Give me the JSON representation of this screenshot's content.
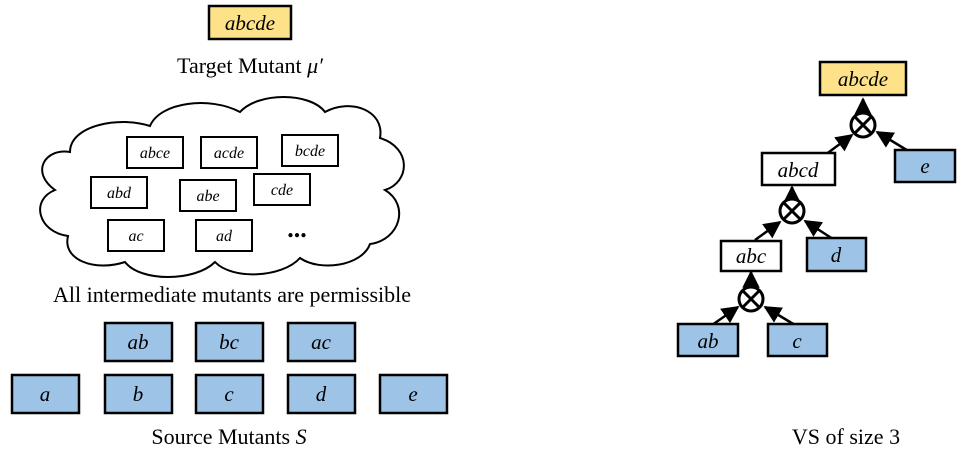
{
  "colors": {
    "target_fill": "#fde28a",
    "source_fill": "#9dc3e6",
    "white_fill": "#ffffff",
    "stroke": "#000000"
  },
  "left": {
    "target_box": "abcde",
    "target_caption_prefix": "Target Mutant ",
    "target_caption_symbol": "μ′",
    "cloud_items": [
      "abce",
      "acde",
      "bcde",
      "abd",
      "abe",
      "cde",
      "ac",
      "ad"
    ],
    "cloud_ellipsis": "...",
    "cloud_caption": "All intermediate mutants are permissible",
    "source_row1": [
      "ab",
      "bc",
      "ac"
    ],
    "source_row2": [
      "a",
      "b",
      "c",
      "d",
      "e"
    ],
    "source_caption_prefix": "Source Mutants ",
    "source_caption_symbol": "S"
  },
  "right": {
    "nodes": {
      "abcde": "abcde",
      "abcd": "abcd",
      "e": "e",
      "abc": "abc",
      "d": "d",
      "ab": "ab",
      "c": "c"
    },
    "operator_icon": "circled-times-icon",
    "caption": "VS of size 3"
  }
}
